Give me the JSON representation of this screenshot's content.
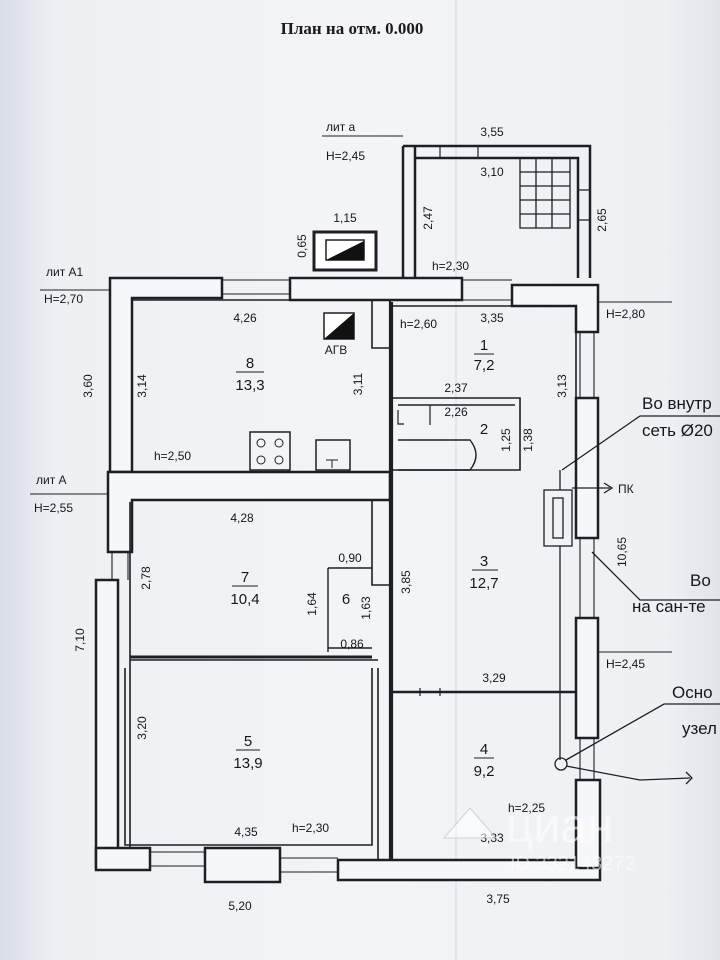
{
  "title": "План на отм. 0.000",
  "litera": {
    "a": {
      "name": "лит а",
      "height": "H=2,45"
    },
    "a1": {
      "name": "лит А1",
      "height": "H=2,70"
    },
    "A": {
      "name": "лит А",
      "height": "H=2,55"
    }
  },
  "rooms": [
    {
      "num": "1",
      "area": "7,2"
    },
    {
      "num": "2",
      "area": ""
    },
    {
      "num": "3",
      "area": "12,7"
    },
    {
      "num": "4",
      "area": "9,2"
    },
    {
      "num": "5",
      "area": "13,9"
    },
    {
      "num": "6",
      "area": ""
    },
    {
      "num": "7",
      "area": "10,4"
    },
    {
      "num": "8",
      "area": "13,3"
    }
  ],
  "heights": {
    "veranda": "h=2,30",
    "room1": "h=2,60",
    "room8": "h=2,50",
    "room5": "h=2,30",
    "room4": "h=2,25",
    "ext_right_top": "H=2,80",
    "ext_right_mid": "H=2,45"
  },
  "dimensions": {
    "d355": "3,55",
    "d310": "3,10",
    "d247": "2,47",
    "d265": "2,65",
    "d115": "1,15",
    "d065": "0,65",
    "d426": "4,26",
    "d335": "3,35",
    "d360": "3,60",
    "d314": "3,14",
    "d311": "3,11",
    "d313": "3,13",
    "d237": "2,37",
    "d226": "2,26",
    "d125": "1,25",
    "d138": "1,38",
    "d428": "4,28",
    "d278": "2,78",
    "d090": "0,90",
    "d164": "1,64",
    "d163": "1,63",
    "d086": "0,86",
    "d385": "3,85",
    "d1065": "10,65",
    "d710": "7,10",
    "d329": "3,29",
    "d320": "3,20",
    "d435": "4,35",
    "d333": "3,33",
    "d520": "5,20",
    "d375": "3,75"
  },
  "equipment": {
    "boiler": "АГВ",
    "fire_hydrant": "ПК"
  },
  "notes": {
    "note1_line1": "Во внутр",
    "note1_line2": "сеть Ø20",
    "note2_line1": "Во",
    "note2_line2": "на сан-те",
    "note3_line1": "Осно",
    "note3_line2": "узел"
  },
  "watermark": {
    "brand": "циан",
    "id": "ID 332143272"
  }
}
